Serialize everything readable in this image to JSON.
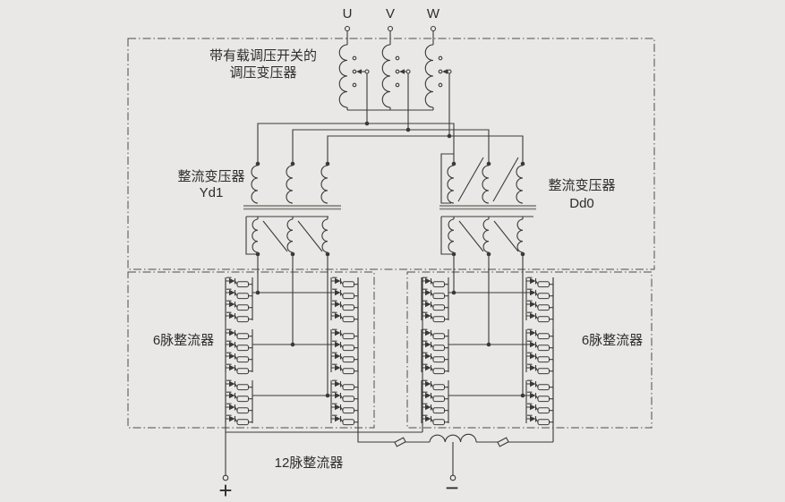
{
  "diagram": {
    "phases": [
      "U",
      "V",
      "W"
    ],
    "labels": {
      "regulating_transformer_line1": "带有载调压开关的",
      "regulating_transformer_line2": "调压变压器",
      "rectifier_transformer_left_line1": "整流变压器",
      "rectifier_transformer_left_vector": "Yd1",
      "rectifier_transformer_right_line1": "整流变压器",
      "rectifier_transformer_right_vector": "Dd0",
      "six_pulse_left": "6脉整流器",
      "six_pulse_right": "6脉整流器",
      "twelve_pulse": "12脉整流器",
      "positive_terminal": "+",
      "negative_terminal": "−"
    },
    "colors": {
      "background": "#e9e8e6",
      "line": "#3d3835",
      "text": "#2f2c2a",
      "core": "#8b8680",
      "box_border": "#4d4d4d"
    }
  }
}
